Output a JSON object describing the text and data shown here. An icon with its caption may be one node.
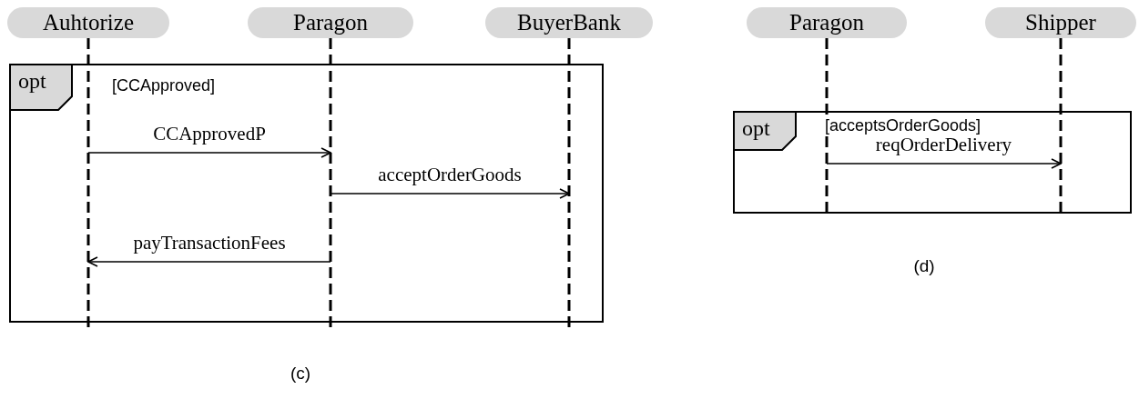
{
  "diagram": {
    "nodes": [
      {
        "text": [
          "Auhtorize"
        ]
      },
      {
        "text": [
          "Paragon"
        ]
      },
      {
        "text": [
          "BuyerBank"
        ]
      },
      {
        "text": [
          "Paragon"
        ]
      },
      {
        "text": [
          "Shipper"
        ]
      }
    ],
    "edges": [
      {
        "from": 0,
        "to": 1,
        "arrow": "to",
        "label": "CCApprovedP"
      },
      {
        "from": 1,
        "to": 2,
        "arrow": "to",
        "label": "acceptOrderGoods"
      },
      {
        "from": 1,
        "to": 0,
        "arrow": "to",
        "label": "payTransactionFees"
      },
      {
        "from": 3,
        "to": 4,
        "arrow": "to",
        "label": "reqOrderDelivery"
      }
    ],
    "labels": [
      "opt",
      "[CCApproved]",
      "opt",
      "[acceptsOrderGoods]",
      "(c)",
      "(d)"
    ]
  }
}
